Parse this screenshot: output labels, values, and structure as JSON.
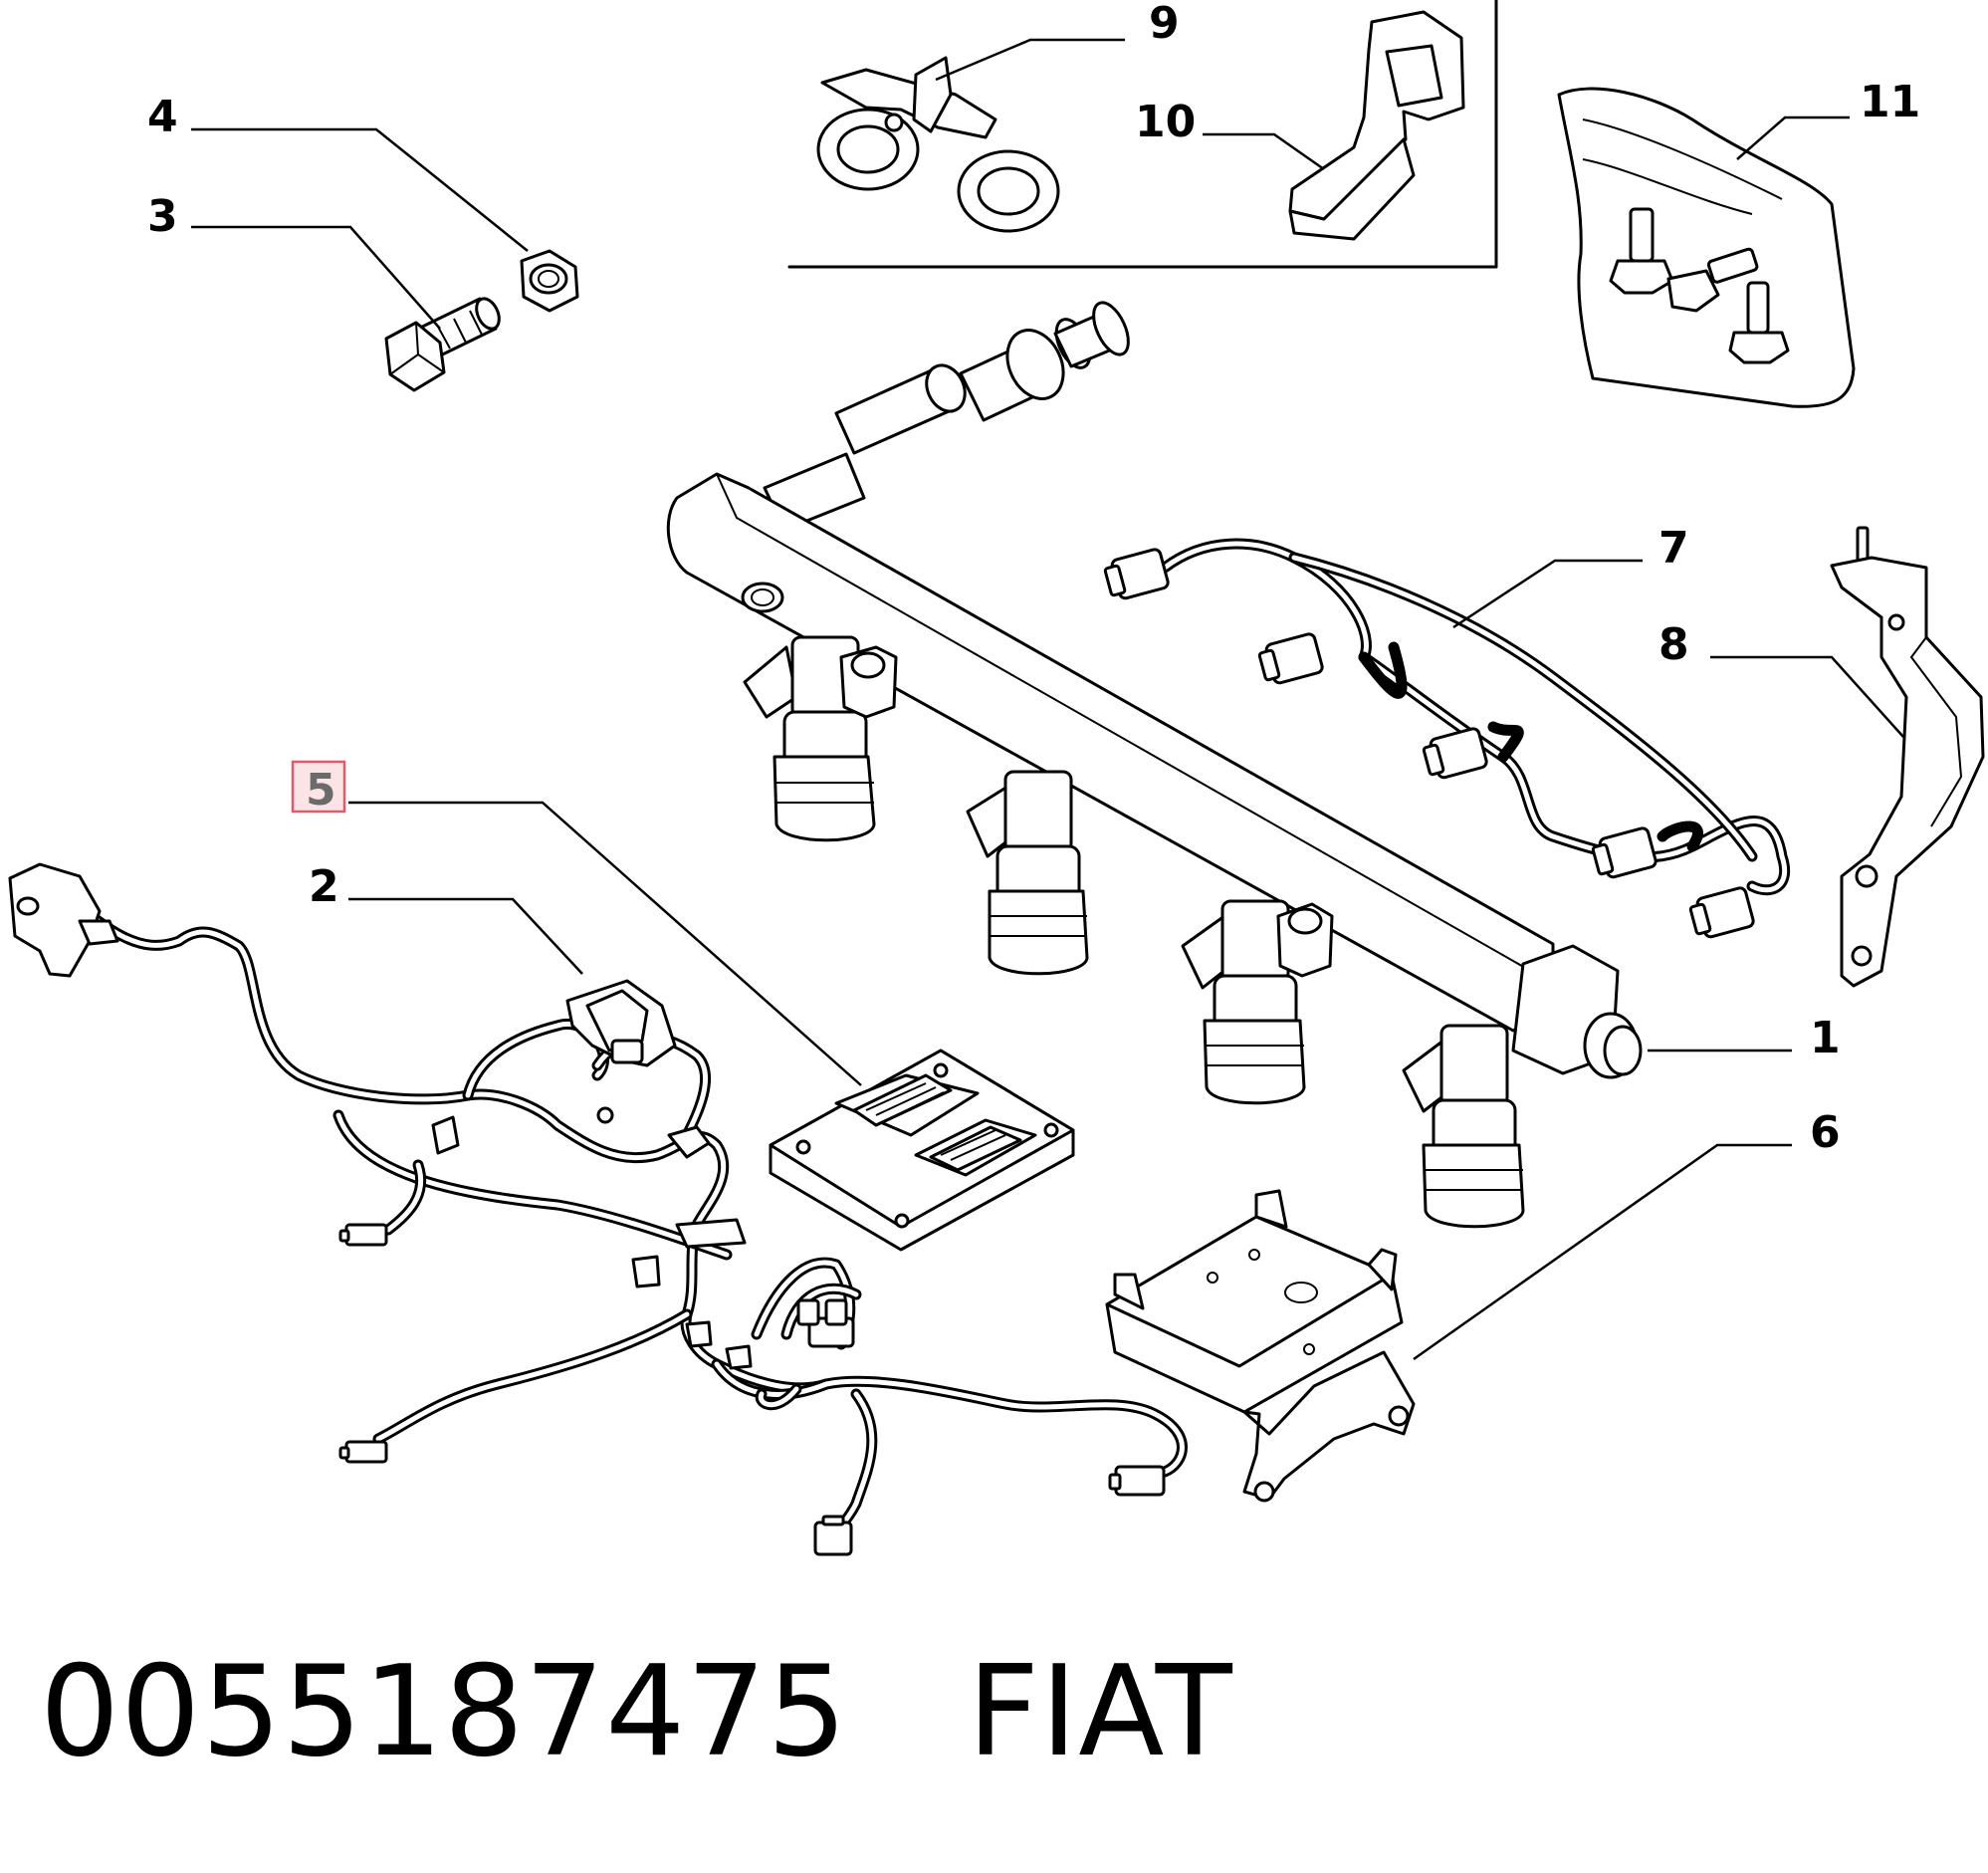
{
  "callouts": [
    {
      "id": "1",
      "text": "1"
    },
    {
      "id": "2",
      "text": "2"
    },
    {
      "id": "3",
      "text": "3"
    },
    {
      "id": "4",
      "text": "4"
    },
    {
      "id": "5",
      "text": "5",
      "highlighted": true
    },
    {
      "id": "6",
      "text": "6"
    },
    {
      "id": "7",
      "text": "7"
    },
    {
      "id": "8",
      "text": "8"
    },
    {
      "id": "9",
      "text": "9"
    },
    {
      "id": "10",
      "text": "10"
    },
    {
      "id": "11",
      "text": "11"
    }
  ],
  "caption": {
    "part_number": "0055187475",
    "brand": "FIAT"
  },
  "colors": {
    "highlight_fill": "#fbe4e6",
    "highlight_border": "#e05a6a",
    "ink": "#000000"
  }
}
